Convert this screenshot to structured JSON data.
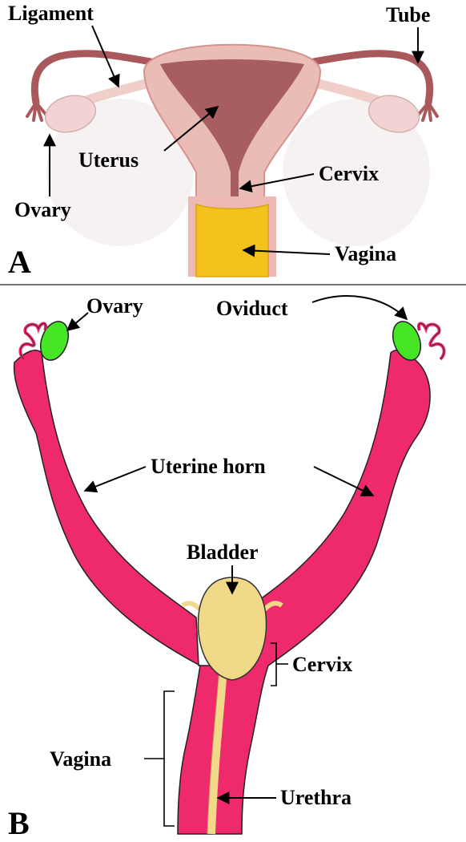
{
  "panel_a": {
    "letter": "A",
    "labels": {
      "ligament": "Ligament",
      "tube": "Tube",
      "uterus": "Uterus",
      "cervix": "Cervix",
      "ovary": "Ovary",
      "vagina": "Vagina"
    }
  },
  "panel_b": {
    "letter": "B",
    "labels": {
      "ovary": "Ovary",
      "oviduct": "Oviduct",
      "uterine_horn": "Uterine horn",
      "bladder": "Bladder",
      "cervix": "Cervix",
      "vagina": "Vagina",
      "urethra": "Urethra"
    }
  },
  "colors": {
    "human_uterus_outer": "#e9bcb6",
    "human_uterus_inner": "#a85d60",
    "human_tube": "#a9595c",
    "human_ovary": "#f2d3d3",
    "human_vagina": "#f3c21b",
    "mouse_uterus": "#ee2a6d",
    "mouse_ovary": "#46e627",
    "mouse_bladder": "#f1d98a",
    "divider": "#444444"
  }
}
